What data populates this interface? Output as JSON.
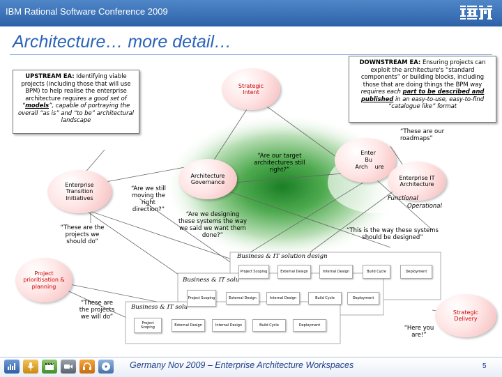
{
  "header": {
    "conference": "IBM Rational Software Conference 2009",
    "logo_text": "IBM"
  },
  "title": "Architecture… more detail…",
  "upstream": {
    "label": "UPSTREAM EA:",
    "text1": "Identifying viable projects (including those that will use BPM) to help realise the enterprise architecture",
    "text2": "requires a good set of “",
    "emph": "models",
    "text3": "”, capable of portraying the overall “as is” and “to be” architectural landscape"
  },
  "downstream": {
    "label": "DOWNSTREAM EA:",
    "text1": "Ensuring projects can exploit the architecture's “standard components” or building blocks, including those that are doing things the BPM way",
    "text2": "requires each",
    "emph": "part to be described and published",
    "text3": "in an easy-to-use, easy-to-find “catalogue like” format"
  },
  "blobs": {
    "strategic_intent": "Strategic Intent",
    "strategic_delivery": "Strategic Delivery",
    "architecture_governance": "Architecture Governance",
    "enterprise_it_architecture": "Enterprise IT Architecture",
    "enterprise_business_architecture_a": "Enter",
    "enterprise_business_architecture_b": "Bu",
    "enterprise_business_architecture_c": "Arch",
    "enterprise_business_architecture_d": "ure"
  },
  "notes": {
    "roadmaps": "“These are our roadmaps”",
    "target_arch": "“Are our target architectures still right?”",
    "still_moving": "“Are we still moving the right direction?”",
    "designing": "“Are we designing these systems the way we said we want them done?”",
    "should_design": "“This is the way these systems should be designed”",
    "projects_should": "“These are the projects we should do”",
    "projects_will": "“These are the projects we will do”",
    "here_you_are": "“Here you are!”",
    "functional": "Functional",
    "operational": "Operational",
    "transition": "Enterprise Transition Initiatives",
    "prioritisation": "Project prioritisation & planning"
  },
  "rows": {
    "row1": "Business & IT solution design",
    "row2": "Business & IT solu",
    "row3": "Business & IT solu"
  },
  "stages": {
    "scoping": "Project Scoping",
    "external": "External Design",
    "internal": "Internal Design",
    "build": "Build Cycle",
    "deploy": "Deployment"
  },
  "footer": {
    "text": "Germany Nov 2009 – Enterprise Architecture Workspaces",
    "page": "5"
  },
  "footer_icons": [
    "chart-icon",
    "microphone-icon",
    "clapperboard-icon",
    "video-icon",
    "headphones-icon",
    "cd-icon"
  ],
  "colors": {
    "header_blue": "#2d62a8",
    "title_blue": "#2a63b8",
    "blob_red": "#cc0000",
    "green_center": "#1e8a2a"
  }
}
